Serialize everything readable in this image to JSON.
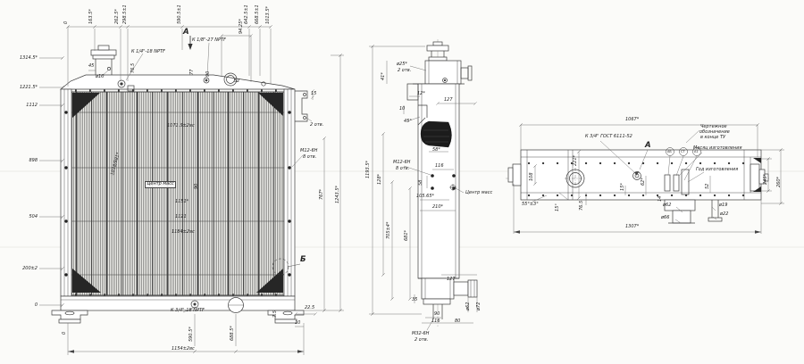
{
  "front": {
    "top_coords": [
      "0",
      "163.5*",
      "262.5*",
      "298.5±1",
      "590.5±1",
      "642.5±1",
      "668.5±1",
      "1013.5*"
    ],
    "dim_94": "94.25*",
    "left_coords": [
      "1314.5*",
      "1221.5*",
      "1112",
      "898",
      "504",
      "200±2",
      "0"
    ],
    "thread_top1": "К 1/4\"-18 NPTF",
    "thread_top2": "К 1/8\"-27 NPTF",
    "sect_a": "А",
    "sect_b": "Б",
    "d10": "ø10",
    "dim_45": "45",
    "dim_76_5": "76.5",
    "dim_77": "77",
    "dim_90": "90",
    "dim_52": "52",
    "core_width": "1071.5±2вс",
    "core_note": "1038/981*",
    "center_mass": "Центр масс",
    "dim_90b": "90",
    "dim_1151": "1151*",
    "dim_1121": "1121",
    "dim_1184": "1184±2вс",
    "dim_15": "15",
    "holes_2": "2 отв.",
    "m12": "М12-6Н",
    "holes_8": "8 отв.",
    "dim_767": "767*",
    "dim_1243": "1243.5*",
    "dim_22_5": "22.5",
    "dim_10": "10",
    "dim_7_5": "7.5",
    "thread_bottom": "К 3/4\"-18 NPTF",
    "dim_590": "590.5*",
    "dim_688": "688.5*",
    "dim_total": "1154±2вс",
    "zero_b": "0"
  },
  "side": {
    "d25": "ø25*",
    "holes2a": "2 отв.",
    "dim41": "41*",
    "dim12": "12*",
    "dim10": "10",
    "ang45": "45°",
    "dim127t": "127",
    "dim58t": "58*",
    "dim116t": "116",
    "m12": "М12-6Н",
    "holes8": "8 отв.",
    "dim58": "58",
    "dim105": "105.65*",
    "dim210": "210*",
    "center_mass": "Центр масс",
    "dim1193": "1193.5*",
    "dim128": "128*",
    "dim705": "705±4*",
    "dim681": "681*",
    "dim127b": "127",
    "dim35": "35",
    "dim90": "90",
    "dim116b": "116",
    "dim80": "80",
    "d62": "ø62",
    "d72": "ø72",
    "m32": "М32-6Н",
    "holes2b": "2 отв."
  },
  "top": {
    "dim1067": "1067*",
    "thread": "К 3/4\" ГОСТ 6111-52",
    "sect_a": "А",
    "stamp1": "АБ",
    "stamp2": "СТ",
    "stamp3": "А1",
    "note1": "Чертежное",
    "note2": "обозначение",
    "note3": "в конце ТУ",
    "note_month": "Месяц изготовления",
    "note_year": "Год изготовления",
    "dim108": "108",
    "dim221": "221*",
    "ang55": "55°±3°",
    "ang15": "15°",
    "dim76_5": "76.5",
    "dim15": "15*",
    "dim62": "62*",
    "dim52": "52",
    "dim14": "14",
    "dim245": "245*",
    "dim260": "260*",
    "d62": "ø62",
    "d66": "ø66",
    "d19": "ø19",
    "d22": "ø22",
    "dim1307": "1307*"
  }
}
